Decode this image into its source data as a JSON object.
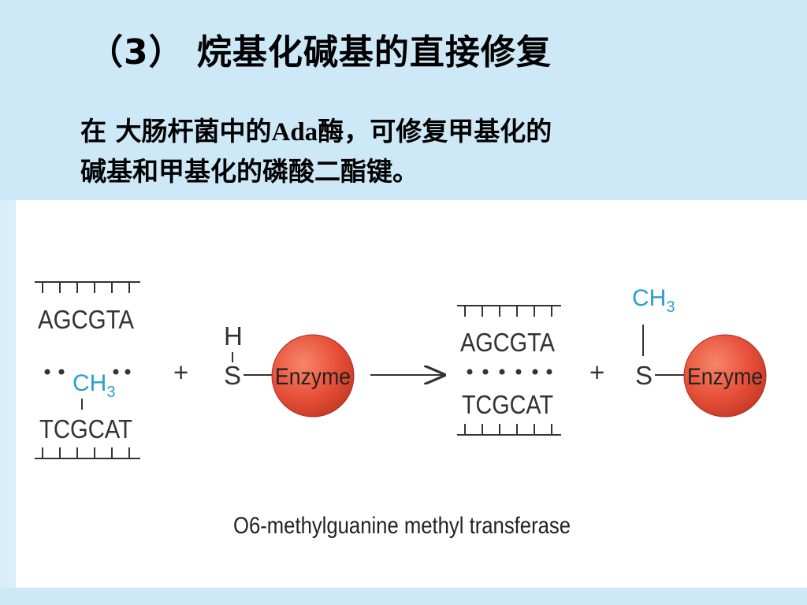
{
  "slide": {
    "title": "（3）  烷基化碱基的直接修复",
    "body_line1_pre": "在 大肠杆菌中的",
    "body_line1_latin": "Ada",
    "body_line1_post": "酶，可修复甲基化的",
    "body_line2": "碱基和甲基化的磷酸二酯键。"
  },
  "diagram": {
    "left_dna": {
      "top_strand": "AGCGTA",
      "bottom_strand": "TCGCAT",
      "methyl": "CH",
      "methyl_sub": "3"
    },
    "plus1": "+",
    "enzyme1": {
      "h_label": "H",
      "s_label": "S",
      "label": "Enzyme"
    },
    "right_dna": {
      "top_strand": "AGCGTA",
      "bottom_strand": "TCGCAT"
    },
    "plus2": "+",
    "enzyme2": {
      "s_label": "S",
      "label": "Enzyme",
      "methyl": "CH",
      "methyl_sub": "3"
    },
    "caption": "O6-methylguanine methyl transferase",
    "colors": {
      "enzyme_fill": "#e8503a",
      "methyl": "#2a9fd0",
      "ink": "#333333"
    }
  }
}
